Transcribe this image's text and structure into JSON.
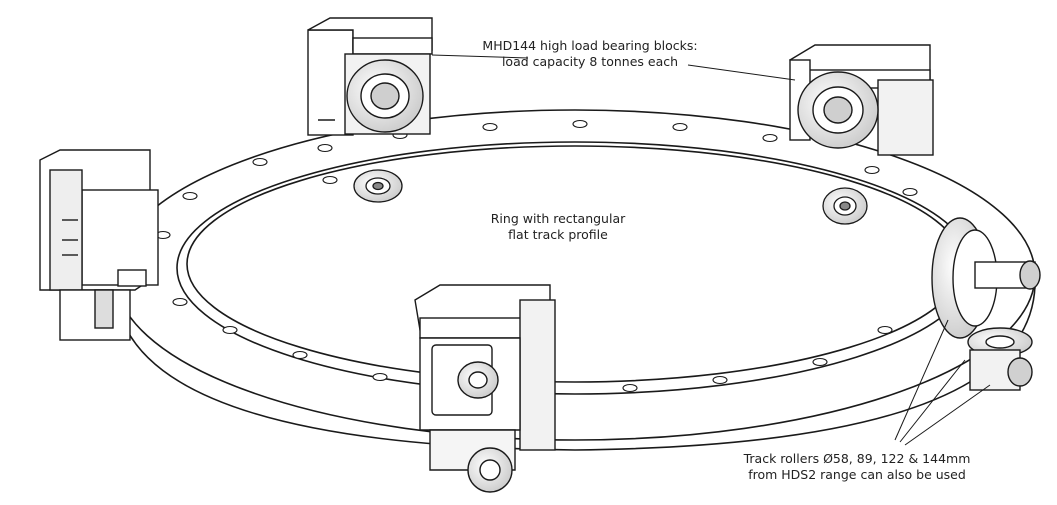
{
  "callouts": {
    "bearing_blocks": {
      "line1": "MHD144 high load bearing blocks:",
      "line2": "load capacity 8 tonnes each"
    },
    "ring": {
      "line1": "Ring with rectangular",
      "line2": "flat track profile"
    },
    "track_rollers": {
      "line1": "Track rollers Ø58, 89, 122 & 144mm",
      "line2": "from HDS2 range can also be used"
    }
  },
  "colors": {
    "stroke": "#1a1a1a",
    "fill": "#ffffff",
    "shade": "#d9d9d9"
  }
}
